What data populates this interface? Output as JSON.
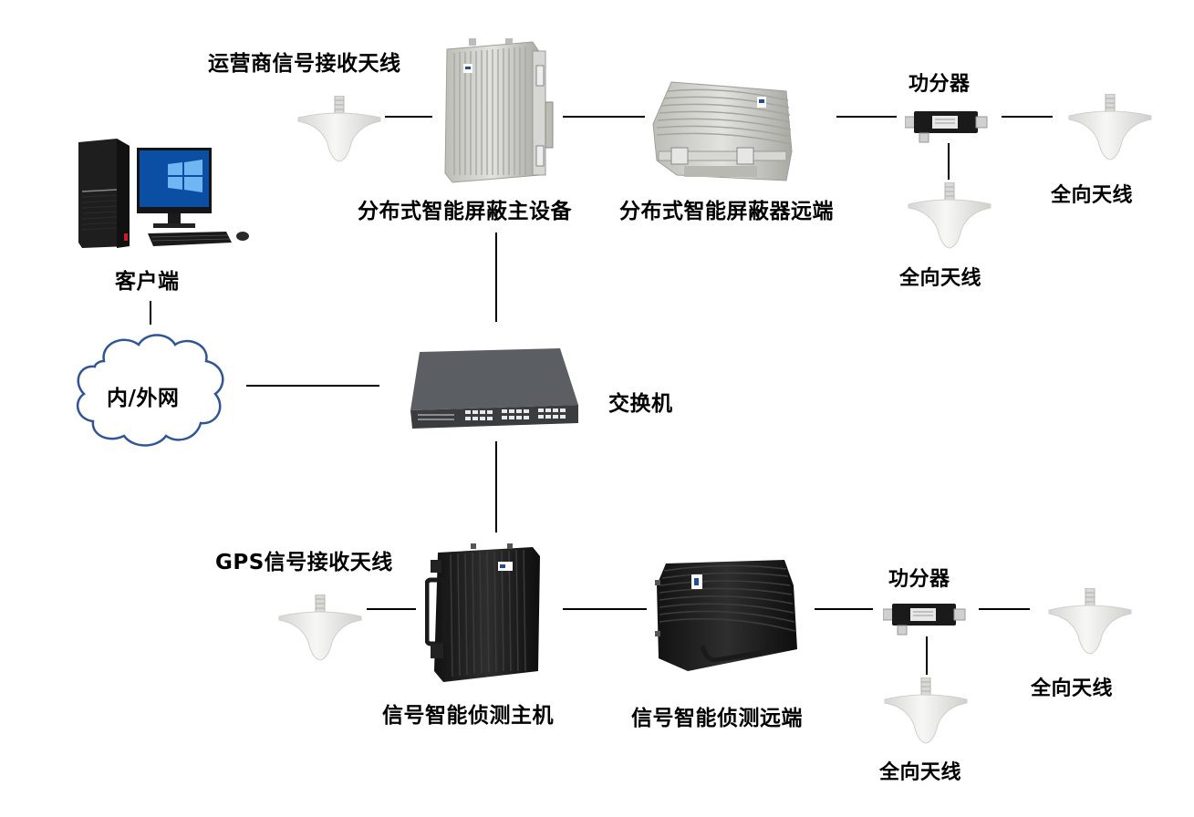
{
  "diagram": {
    "top_chain": {
      "operator_antenna_label": "运营商信号接收天线",
      "main_unit_label": "分布式智能屏蔽主设备",
      "remote_unit_label": "分布式智能屏蔽器远端",
      "splitter_label": "功分器",
      "omni_antenna_right_label": "全向天线",
      "omni_antenna_bottom_label": "全向天线"
    },
    "client": {
      "label": "客户端"
    },
    "network": {
      "cloud_label": "内/外网"
    },
    "switch": {
      "label": "交换机"
    },
    "bottom_chain": {
      "gps_antenna_label": "GPS信号接收天线",
      "main_unit_label": "信号智能侦测主机",
      "remote_unit_label": "信号智能侦测远端",
      "splitter_label": "功分器",
      "omni_antenna_right_label": "全向天线",
      "omni_antenna_bottom_label": "全向天线"
    },
    "colors": {
      "cloud_stroke": "#2f5597",
      "line": "#000000",
      "silver_device": "#c9c9c4",
      "black_device": "#1c1c1c",
      "antenna": "#e8e8e6"
    }
  }
}
